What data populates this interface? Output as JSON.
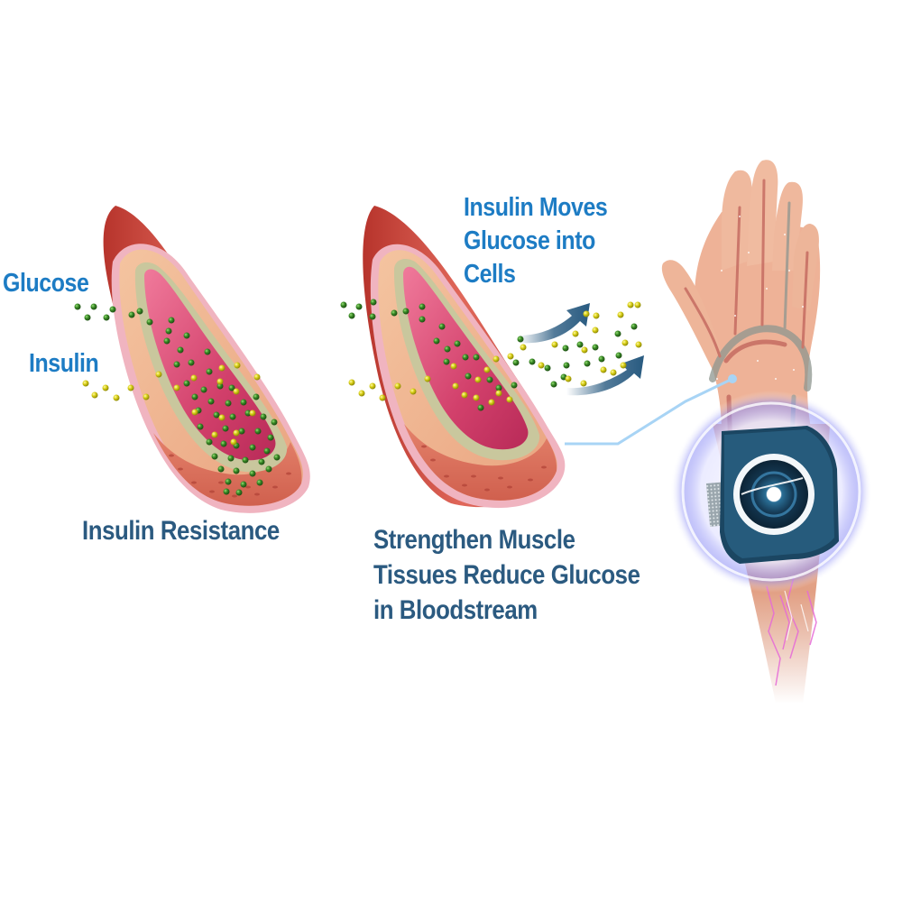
{
  "labels": {
    "glucose": "Glucose",
    "insulin": "Insulin",
    "insulin_moves": [
      "Insulin Moves",
      "Glucose into",
      "Cells"
    ],
    "insulin_resistance": "Insulin Resistance",
    "strengthen": [
      "Strengthen Muscle",
      "Tissues Reduce Glucose",
      "in Bloodstream"
    ]
  },
  "colors": {
    "label_bright_blue": "#1d7cc4",
    "label_dark_blue": "#2b5a80",
    "arrow_blue": "#285a80",
    "glucose_green": "#2e7d1f",
    "insulin_yellow": "#d6cc10",
    "vessel_red": "#c9463b",
    "vessel_lumen": "#d8527a",
    "connector_line": "#a8d4f5",
    "glow_purple": "#6a6cf0"
  },
  "illustrations": {
    "left_vessel": "blood-vessel-insulin-resistance",
    "middle_vessel": "blood-vessel-glucose-uptake",
    "right": "hand-with-wrist-device"
  }
}
